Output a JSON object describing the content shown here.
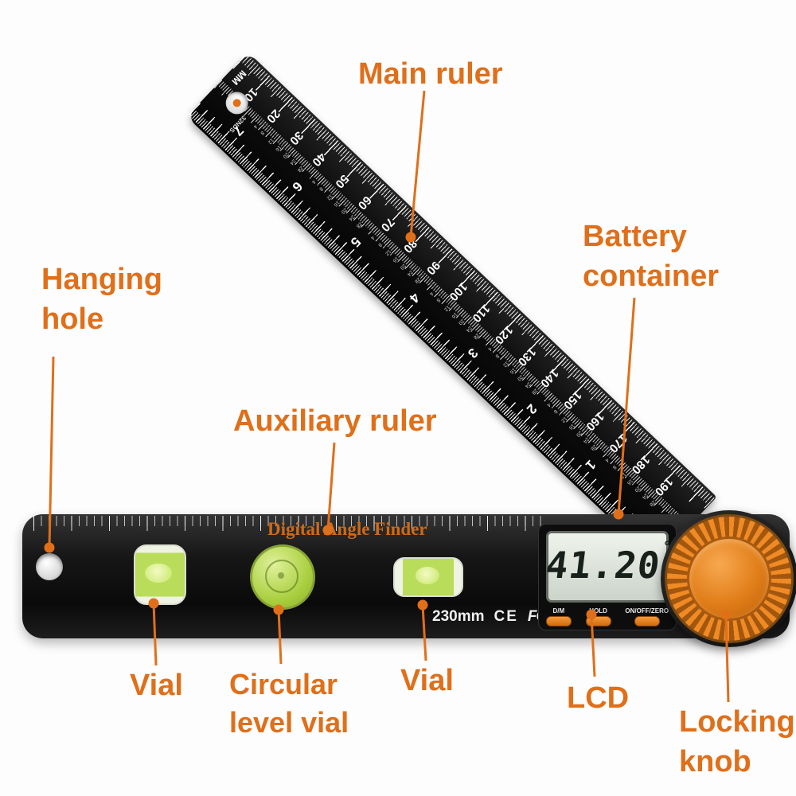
{
  "labels": {
    "main_ruler": "Main ruler",
    "battery_line1": "Battery",
    "battery_line2": "container",
    "hanging_line1": "Hanging",
    "hanging_line2": "hole",
    "auxiliary_ruler": "Auxiliary ruler",
    "vial_left": "Vial",
    "circular_line1": "Circular",
    "circular_line2": "level vial",
    "vial_right": "Vial",
    "lcd": "LCD",
    "locking_line1": "Locking",
    "locking_line2": "knob"
  },
  "device": {
    "brand_text": "Digital Angle Finder",
    "size_text": "230mm",
    "cert_ce": "CE",
    "cert_fcc": "FC",
    "lcd_value": "41.20",
    "lcd_degree": "°",
    "buttons": [
      "D/M",
      "HOLD",
      "ON/OFF/ZERO"
    ]
  },
  "ruler": {
    "unit_label": "MM",
    "thirtyseconds_label": "32NDS",
    "mm_numbers": [
      "10",
      "20",
      "30",
      "40",
      "50",
      "60",
      "70",
      "80",
      "90",
      "100",
      "110",
      "120",
      "130",
      "140",
      "150",
      "160",
      "170",
      "180",
      "190"
    ],
    "inch_numbers": [
      "7",
      "6",
      "5",
      "4",
      "3",
      "2",
      "1"
    ],
    "fraction_ticks": [
      "4",
      "8",
      "12",
      "16",
      "20",
      "24",
      "28"
    ]
  },
  "colors": {
    "label_orange": "#e06f1a",
    "knob_orange": "#ef8a25",
    "vial_green": "#b9dd5a",
    "body_black": "#131313",
    "lcd_bg": "#e6ece3"
  }
}
